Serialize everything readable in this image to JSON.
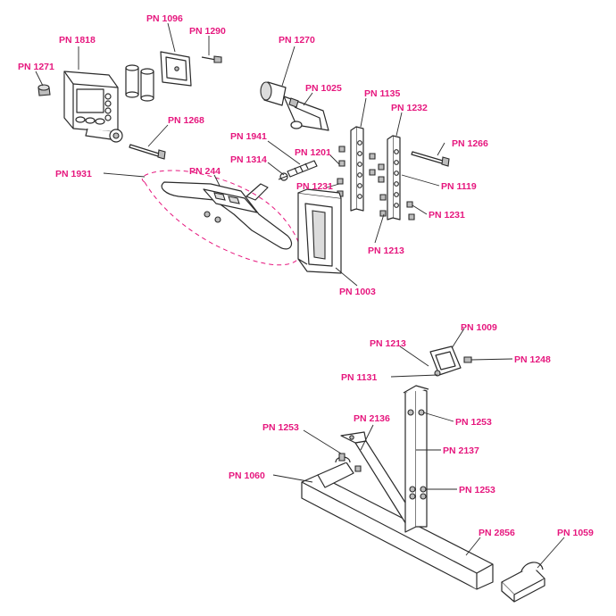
{
  "colors": {
    "label": "#e6177e",
    "line": "#2a2a2a"
  },
  "labels": {
    "pn1818": "PN 1818",
    "pn1096": "PN 1096",
    "pn1290": "PN 1290",
    "pn1271": "PN 1271",
    "pn1268": "PN 1268",
    "pn1270": "PN 1270",
    "pn1025": "PN 1025",
    "pn1135": "PN 1135",
    "pn1232": "PN 1232",
    "pn1941": "PN 1941",
    "pn1201": "PN 1201",
    "pn1314": "PN 1314",
    "pn1266": "PN 1266",
    "pn1931": "PN 1931",
    "pn244": "PN 244",
    "pn1119": "PN 1119",
    "pn1231a": "PN 1231",
    "pn1231b": "PN 1231",
    "pn1213a": "PN 1213",
    "pn1003": "PN 1003",
    "pn1009": "PN 1009",
    "pn1213b": "PN 1213",
    "pn1248": "PN 1248",
    "pn1131": "PN 1131",
    "pn2136": "PN 2136",
    "pn1253a": "PN 1253",
    "pn1253b": "PN 1253",
    "pn2137": "PN 2137",
    "pn1060": "PN 1060",
    "pn1253c": "PN 1253",
    "pn2856": "PN 2856",
    "pn1059": "PN 1059"
  }
}
